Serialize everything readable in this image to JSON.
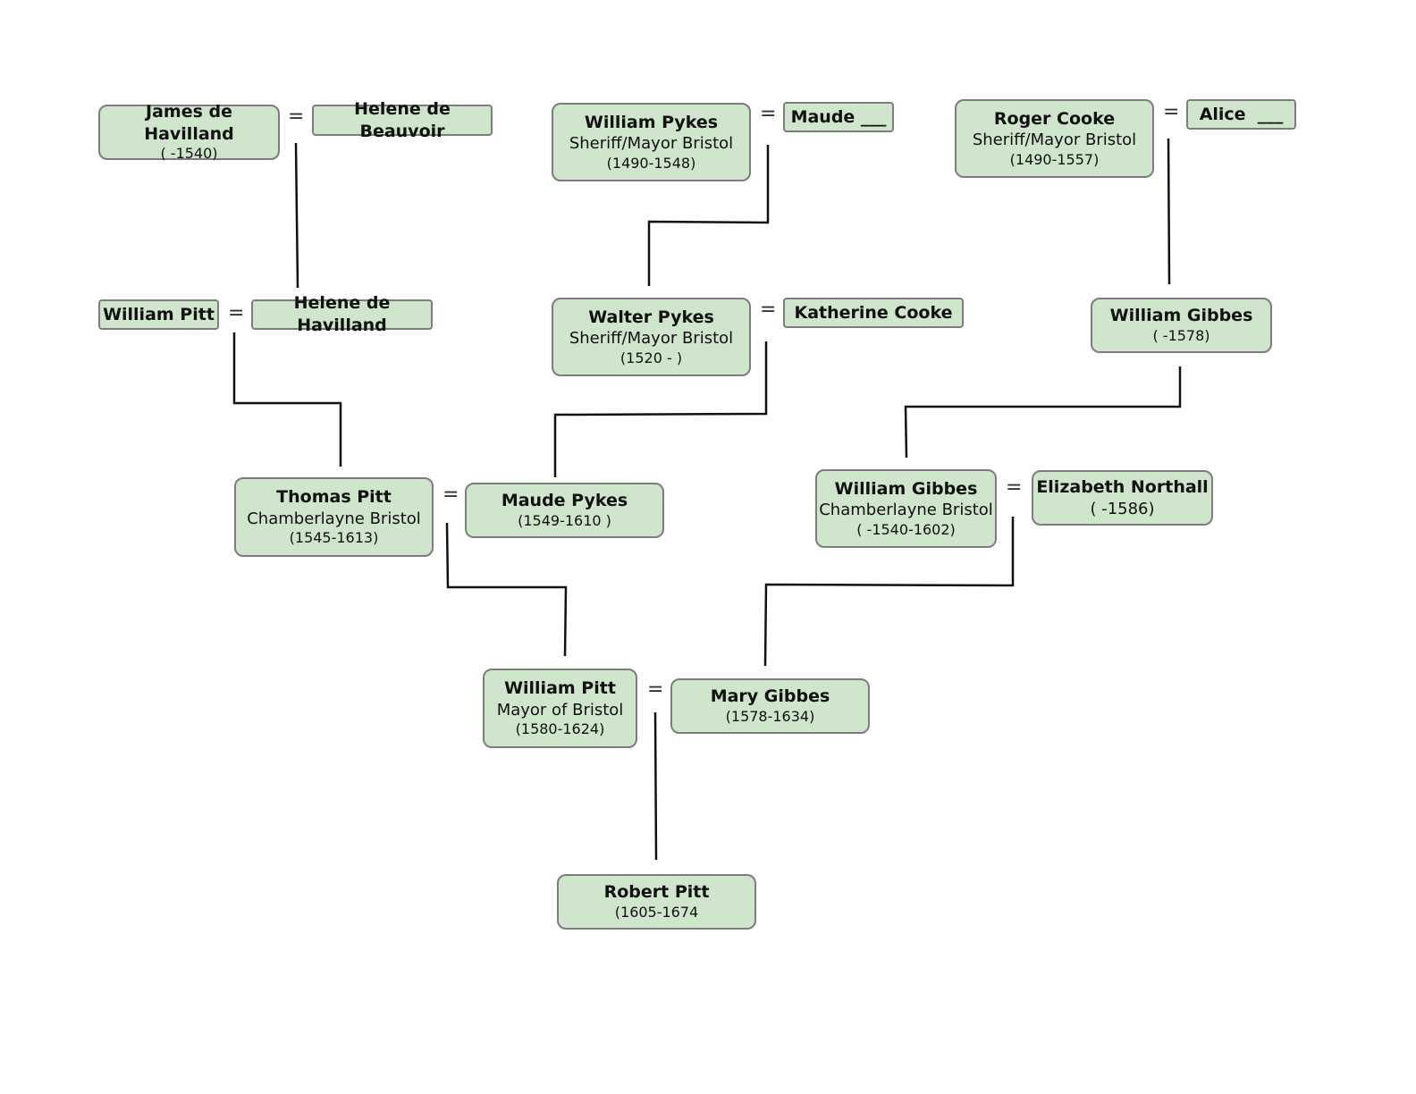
{
  "people": {
    "james_de_havilland": {
      "name": "James de Havilland",
      "dates": "( -1540)"
    },
    "helene_de_beauvoir": {
      "name": "Helene de Beauvoir"
    },
    "william_pykes": {
      "name": "William Pykes",
      "role": "Sheriff/Mayor Bristol",
      "dates": "(1490-1548)"
    },
    "maude": {
      "name": "Maude ___"
    },
    "roger_cooke": {
      "name": "Roger Cooke",
      "role": "Sheriff/Mayor Bristol",
      "dates": "(1490-1557)"
    },
    "alice": {
      "name": "Alice  ___"
    },
    "william_pitt_1": {
      "name": "William Pitt"
    },
    "helene_de_havilland": {
      "name": "Helene de Havilland"
    },
    "walter_pykes": {
      "name": "Walter Pykes",
      "role": "Sheriff/Mayor Bristol",
      "dates": "(1520 - )"
    },
    "katherine_cooke": {
      "name": "Katherine Cooke"
    },
    "william_gibbes_1": {
      "name": "William Gibbes",
      "dates": "( -1578)"
    },
    "thomas_pitt": {
      "name": "Thomas Pitt",
      "role": "Chamberlayne Bristol",
      "dates": "(1545-1613)"
    },
    "maude_pykes": {
      "name": "Maude Pykes",
      "dates": "(1549-1610 )"
    },
    "william_gibbes_2": {
      "name": "William Gibbes",
      "role": "Chamberlayne Bristol",
      "dates": "( -1540-1602)"
    },
    "elizabeth_northall": {
      "name": "Elizabeth Northall",
      "dates": "( -1586)"
    },
    "william_pitt_2": {
      "name": "William Pitt",
      "role": "Mayor of Bristol",
      "dates": "(1580-1624)"
    },
    "mary_gibbes": {
      "name": "Mary Gibbes",
      "dates": "(1578-1634)"
    },
    "robert_pitt": {
      "name": "Robert Pitt",
      "dates": "(1605-1674"
    }
  },
  "marriage_symbol": "="
}
